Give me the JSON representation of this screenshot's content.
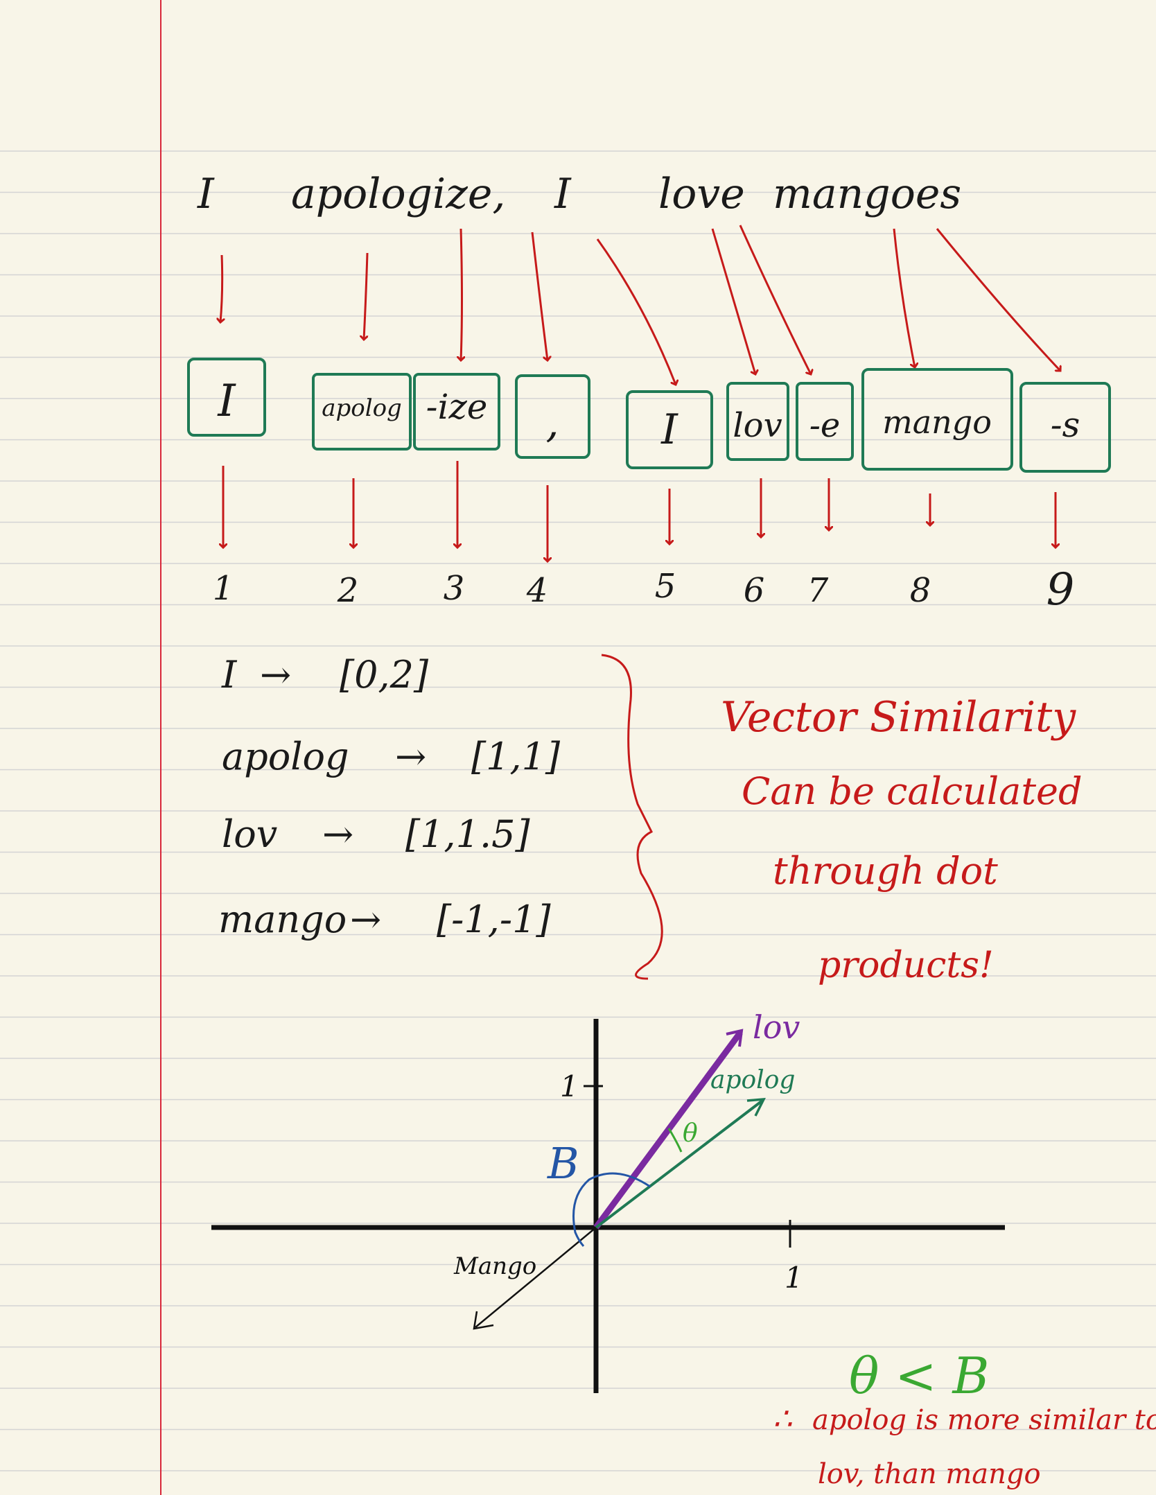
{
  "colors": {
    "paper": "#f8f5e8",
    "rule_line": "#d4d4d4",
    "margin_line": "#d8283a",
    "ink": "#1a1a1a",
    "red": "#c61a1a",
    "green": "#1f7a55",
    "purple": "#7a2aa0",
    "blue": "#2456a6",
    "lightgreen": "#3aa832"
  },
  "sentence": {
    "words": [
      "I",
      "apologize,",
      "I",
      "love",
      "mangoes"
    ]
  },
  "tokens": [
    {
      "text": "I",
      "id": "1"
    },
    {
      "text": "apolog",
      "id": "2"
    },
    {
      "text": "-ize",
      "id": "3"
    },
    {
      "text": ",",
      "id": "4"
    },
    {
      "text": "I",
      "id": "5"
    },
    {
      "text": "lov",
      "id": "6"
    },
    {
      "text": "-e",
      "id": "7"
    },
    {
      "text": "mango",
      "id": "8"
    },
    {
      "text": "-s",
      "id": "9"
    }
  ],
  "embeddings": [
    {
      "token": "I",
      "vector": "[0,2]"
    },
    {
      "token": "apolog",
      "vector": "[1,1]"
    },
    {
      "token": "lov",
      "vector": "[1,1.5]"
    },
    {
      "token": "mango",
      "vector": "[-1,-1]"
    }
  ],
  "note": {
    "lines": [
      "Vector Similarity",
      "Can be calculated",
      "through dot",
      "products!"
    ]
  },
  "graph": {
    "y_tick": "1",
    "x_tick": "1",
    "vector_labels": {
      "lov": "lov",
      "apolog": "apolog",
      "mango": "Mango"
    },
    "angle_labels": {
      "theta": "θ",
      "beta": "B"
    }
  },
  "conclusion": {
    "relation": "θ < B",
    "therefore_symbol": "∴",
    "line1": "apolog is more similar to",
    "line2": "lov, than mango"
  }
}
